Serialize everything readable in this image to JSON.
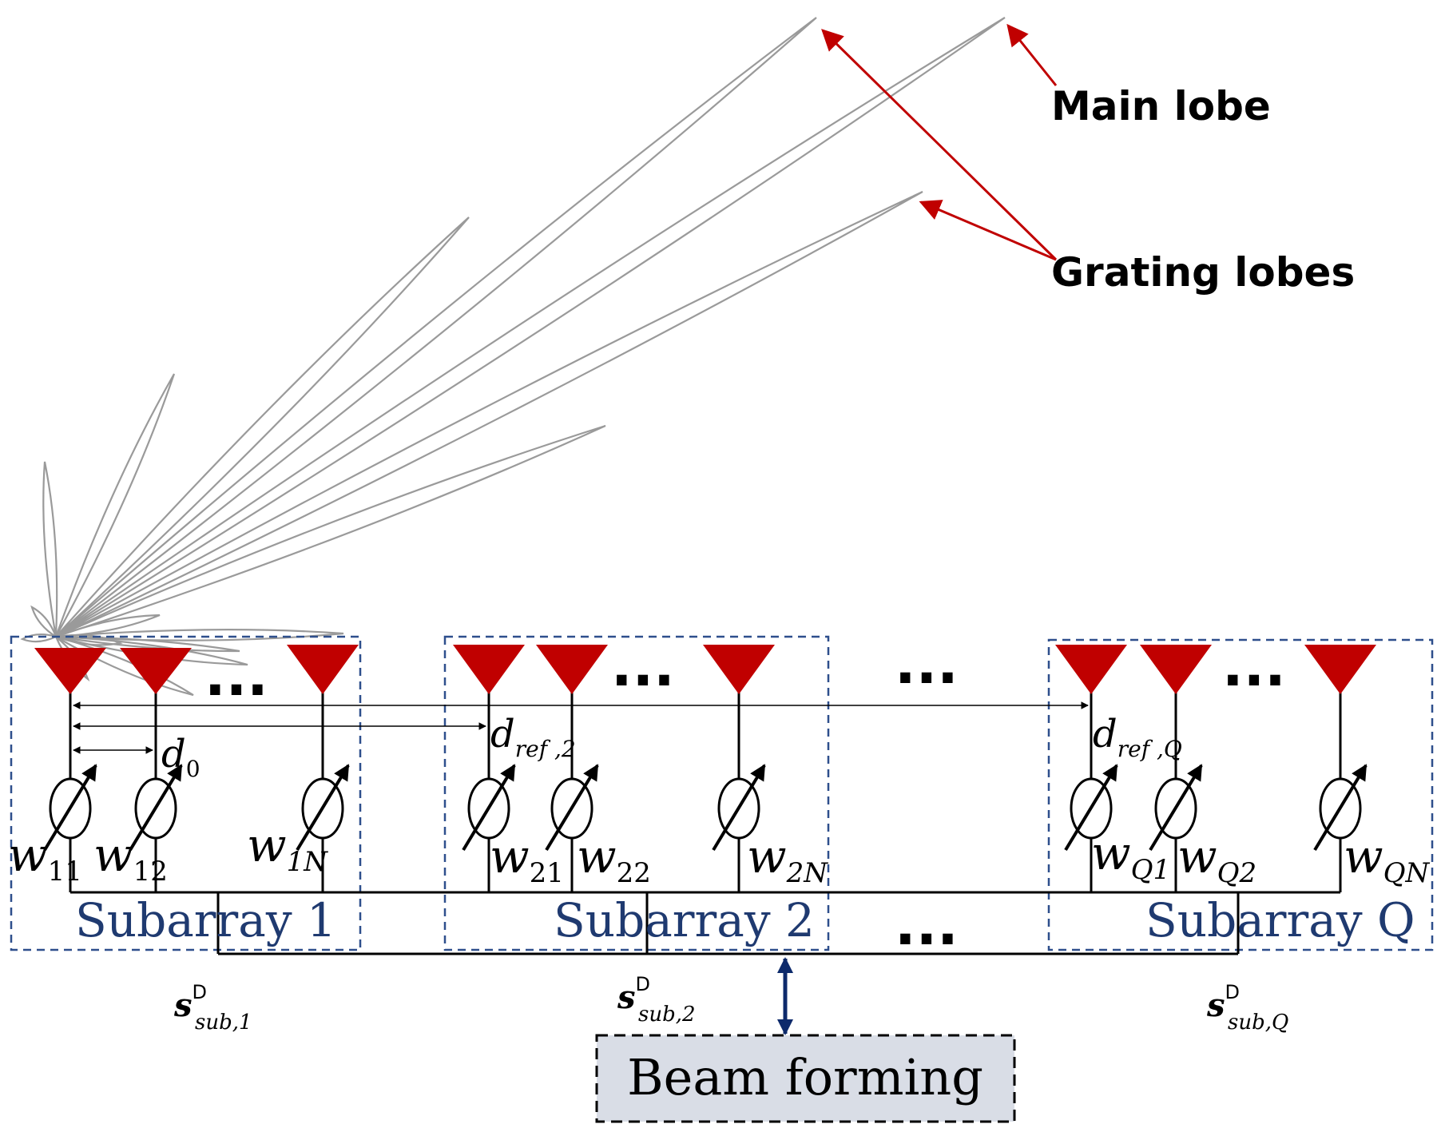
{
  "labels": {
    "main_lobe": "Main lobe",
    "grating_lobes": "Grating lobes",
    "beamforming": "Beam forming",
    "ellipsis": "..."
  },
  "subarrays": [
    {
      "name": "Subarray 1",
      "weights": [
        {
          "base": "w",
          "sub": "11"
        },
        {
          "base": "w",
          "sub": "12"
        },
        {
          "base": "w",
          "sub": "1N"
        }
      ],
      "signal": {
        "base": "s",
        "sup": "D",
        "sub": "sub,1"
      }
    },
    {
      "name": "Subarray 2",
      "weights": [
        {
          "base": "w",
          "sub": "21"
        },
        {
          "base": "w",
          "sub": "22"
        },
        {
          "base": "w",
          "sub": "2N"
        }
      ],
      "signal": {
        "base": "s",
        "sup": "D",
        "sub": "sub,2"
      }
    },
    {
      "name": "Subarray Q",
      "weights": [
        {
          "base": "w",
          "sub": "Q1"
        },
        {
          "base": "w",
          "sub": "Q2"
        },
        {
          "base": "w",
          "sub": "QN"
        }
      ],
      "signal": {
        "base": "s",
        "sup": "D",
        "sub": "sub,Q"
      }
    }
  ],
  "distances": [
    {
      "base": "d",
      "sub": "0"
    },
    {
      "base": "d",
      "sub": "ref ,2"
    },
    {
      "base": "d",
      "sub": "ref ,Q"
    }
  ],
  "colors": {
    "antenna": "#c00000",
    "arrow_red": "#c00000",
    "dashed_box": "#2e4f8c",
    "subarray_text": "#1f3a70",
    "beamforming_fill": "#d9dde6",
    "lobe": "#9a9a9a",
    "vertical_arrow": "#0d2a6b"
  }
}
